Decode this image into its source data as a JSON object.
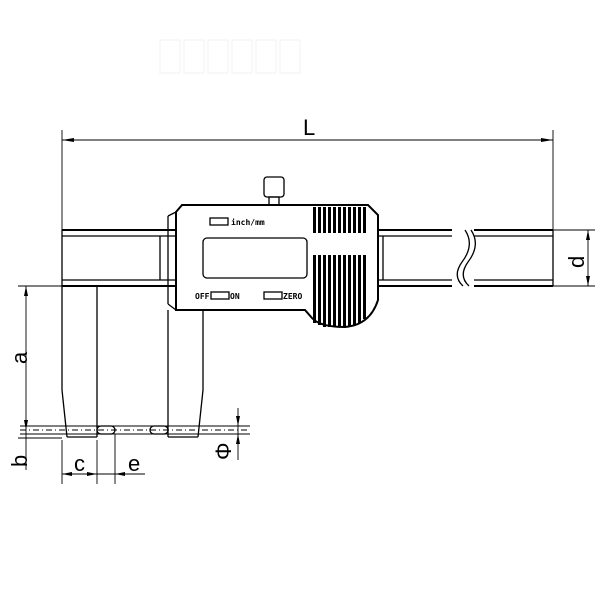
{
  "drawing": {
    "subject": "Digital caliper with long jaws",
    "line_color": "#000000",
    "background": "#ffffff"
  },
  "panel": {
    "unit_button_label": "inch/mm",
    "power_off_label": "OFF",
    "power_on_label": "ON",
    "zero_button_label": "ZERO"
  },
  "dimensions": {
    "overall_length": "L",
    "beam_height": "d",
    "jaw_length": "a",
    "jaw_tip_height": "b",
    "jaw_tip_width": "c",
    "tip_offset": "e",
    "tip_diameter": "Φ"
  }
}
